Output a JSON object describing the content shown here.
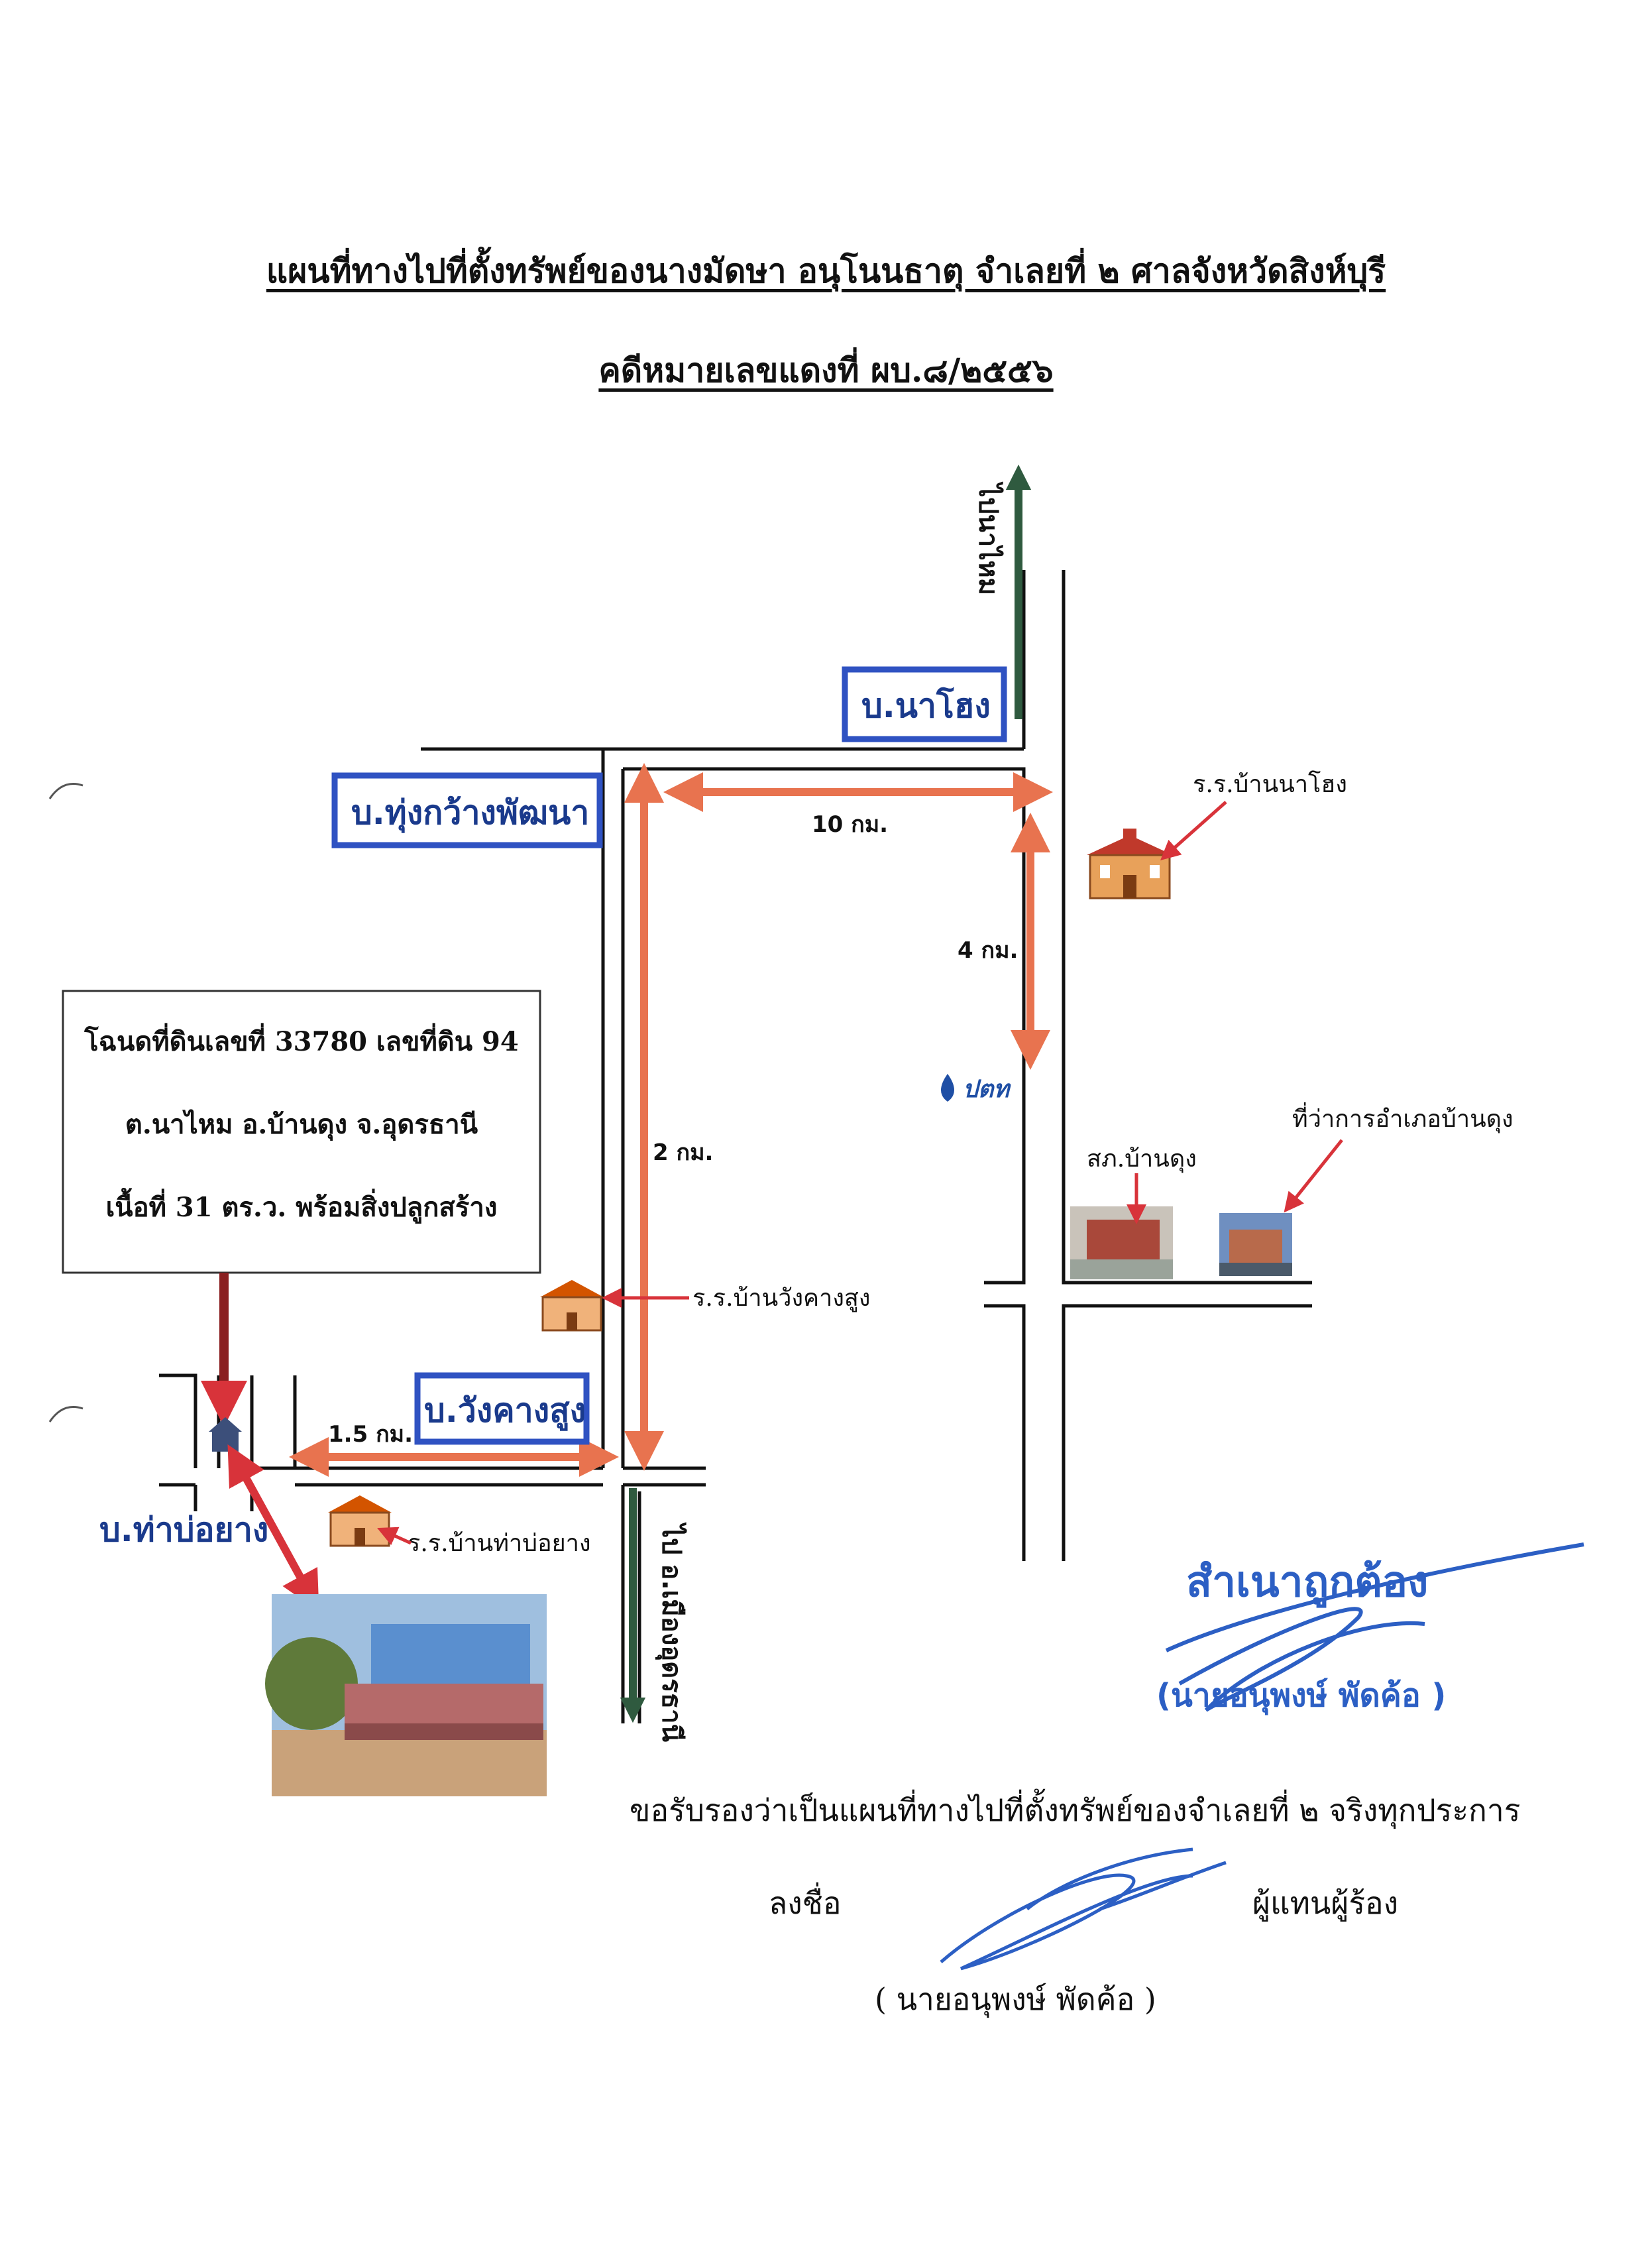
{
  "title": {
    "line1": "แผนที่ทางไปที่ตั้งทรัพย์ของนางมัดษา อนุโนนธาตุ จำเลยที่ ๒ ศาลจังหวัดสิงห์บุรี",
    "line2": "คดีหมายเลขแดงที่ ผบ.๘/๒๕๕๖"
  },
  "villages": {
    "na_hong": "บ.นาโฮง",
    "thung_kwang": "บ.ทุ่งกว้างพัฒนา",
    "wang_khang": "บ.วังคางสูง",
    "tha_bo_yang": "บ.ท่าบ่อยาง"
  },
  "directions": {
    "north": "ไปนาไหม",
    "south": "ไป อ.เมืองอุดรธานี"
  },
  "distances": {
    "d10": "10 กม.",
    "d4": "4 กม.",
    "d2": "2 กม.",
    "d15": "1.5 กม."
  },
  "places": {
    "school_na_hong": "ร.ร.บ้านนาโฮง",
    "school_wang_khang": "ร.ร.บ้านวังคางสูง",
    "school_tha_bo_yang": "ร.ร.บ้านท่าบ่อยาง",
    "police": "สภ.บ้านดุง",
    "district_office": "ที่ว่าการอำเภอบ้านดุง",
    "gas_station": "ปตท"
  },
  "land_box": {
    "line1": "โฉนดที่ดินเลขที่ 33780 เลขที่ดิน 94",
    "line2": "ต.นาไหม อ.บ้านดุง จ.อุดรธานี",
    "line3": "เนื้อที่ 31 ตร.ว. พร้อมสิ่งปลูกสร้าง"
  },
  "stamp": {
    "certified": "สำเนาถูกต้อง",
    "name": "(นายอนุพงษ์ พัดค้อ )"
  },
  "certification": {
    "statement": "ขอรับรองว่าเป็นแผนที่ทางไปที่ตั้งทรัพย์ของจำเลยที่ ๒ จริงทุกประการ",
    "sign_label": "ลงชื่อ",
    "role": "ผู้แทนผู้ร้อง",
    "name": "( นายอนุพงษ์  พัดค้อ )"
  },
  "colors": {
    "road": "#111111",
    "distance_arrow": "#e8734f",
    "pointer_arrow": "#d8333a",
    "direction_arrow": "#2f5a3f",
    "village_border": "#2f52c2",
    "village_text": "#1a3a8c",
    "stamp_blue": "#2c5fc4"
  }
}
